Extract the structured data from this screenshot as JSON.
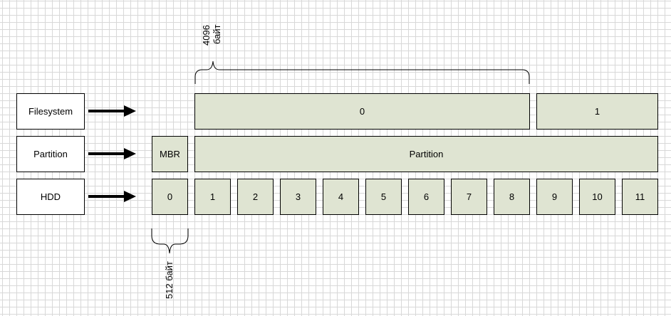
{
  "layers": {
    "filesystem": "Filesystem",
    "partition": "Partition",
    "hdd": "HDD"
  },
  "filesystem_blocks": [
    "0",
    "1"
  ],
  "partition_row": {
    "mbr": "MBR",
    "partition": "Partition"
  },
  "hdd_sectors": [
    "0",
    "1",
    "2",
    "3",
    "4",
    "5",
    "6",
    "7",
    "8",
    "9",
    "10",
    "11"
  ],
  "annotations": {
    "block_size_value": "4096",
    "block_size_unit": "байт",
    "sector_size": "512 байт"
  }
}
